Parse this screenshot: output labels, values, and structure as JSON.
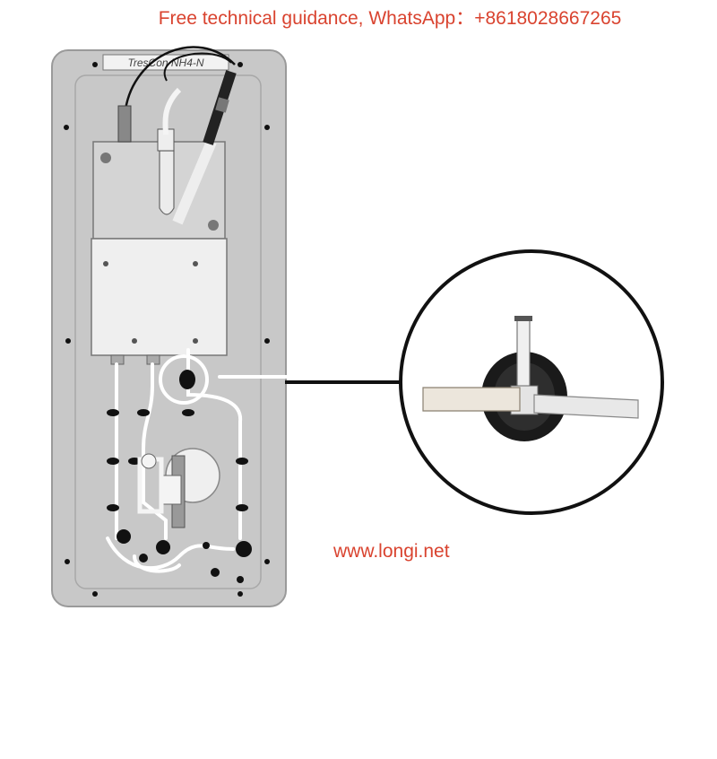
{
  "header": {
    "contact_text": "Free technical guidance, WhatsApp：+8618028667265"
  },
  "panel": {
    "label": "TresCon NH4-N"
  },
  "footer": {
    "website": "www.longi.net"
  },
  "colors": {
    "watermark": "#d9432f",
    "panel_face": "#c8c8c8",
    "panel_edge": "#9a9a9a",
    "tubing": "#ffffff",
    "zoom_circle": "#111111"
  },
  "icons": {
    "callout": "magnifier-callout-icon"
  }
}
